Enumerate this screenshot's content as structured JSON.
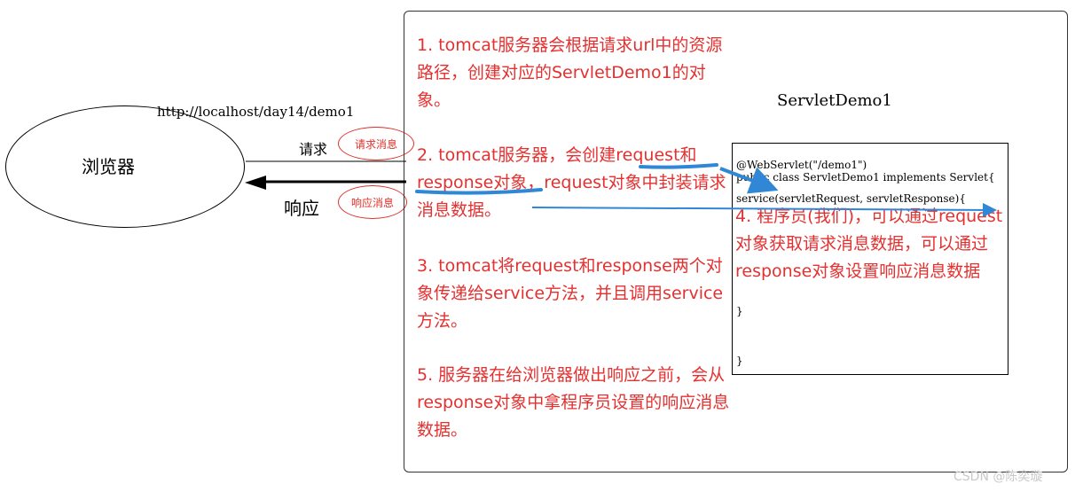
{
  "browser": {
    "label": "浏览器"
  },
  "url": "http://localhost/day14/demo1",
  "request": {
    "label": "请求",
    "bubble": "请求消息"
  },
  "response": {
    "label": "响应",
    "bubble": "响应消息"
  },
  "server": {
    "servlet_name": "ServletDemo1",
    "code": {
      "annotation": "@WebServlet(\"/demo1\")",
      "class_decl": "public class ServletDemo1 implements Servlet{",
      "service_sig": "service(servletRequest, servletResponse){",
      "close_inner": "}",
      "close_outer": "}"
    },
    "steps": {
      "step1": "1. tomcat服务器会根据请求url中的资源路径，创建对应的ServletDemo1的对象。",
      "step2": "2. tomcat服务器，会创建request和response对象，request对象中封装请求消息数据。",
      "step3": "3. tomcat将request和response两个对象传递给service方法，并且调用service方法。",
      "step4": "4. 程序员(我们)，可以通过request对象获取请求消息数据，可以通过response对象设置响应消息数据",
      "step5": "5. 服务器在给浏览器做出响应之前，会从response对象中拿程序员设置的响应消息数据。"
    }
  },
  "watermark": "CSDN @陈奕璇",
  "colors": {
    "step_text": "#e53030",
    "bubble": "#e0302a",
    "highlight": "#2f87d6"
  }
}
